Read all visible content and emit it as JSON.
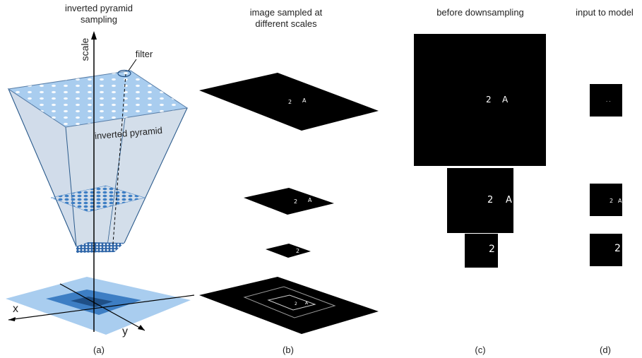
{
  "panel_a": {
    "title_line1": "inverted pyramid",
    "title_line2": "sampling",
    "axis_scale": "scale",
    "filter_label": "filter",
    "pyramid_label": "inverted pyramid",
    "axis_x": "x",
    "axis_y": "y",
    "caption": "(a)"
  },
  "panel_b": {
    "title_line1": "image sampled at",
    "title_line2": "different scales",
    "caption": "(b)",
    "digit": "2",
    "letter": "A"
  },
  "panel_c": {
    "title": "before downsampling",
    "caption": "(c)",
    "digit": "2",
    "letter": "A"
  },
  "panel_d": {
    "title": "input to model",
    "caption": "(d)",
    "dots": "· ·",
    "digit": "2",
    "letter": "A"
  },
  "colors": {
    "light_blue": "#a9cdef",
    "mid_blue": "#3d7ec4",
    "dark_blue": "#1f4f86",
    "pyramid_fill": "#c9d6e6",
    "black": "#000000"
  }
}
